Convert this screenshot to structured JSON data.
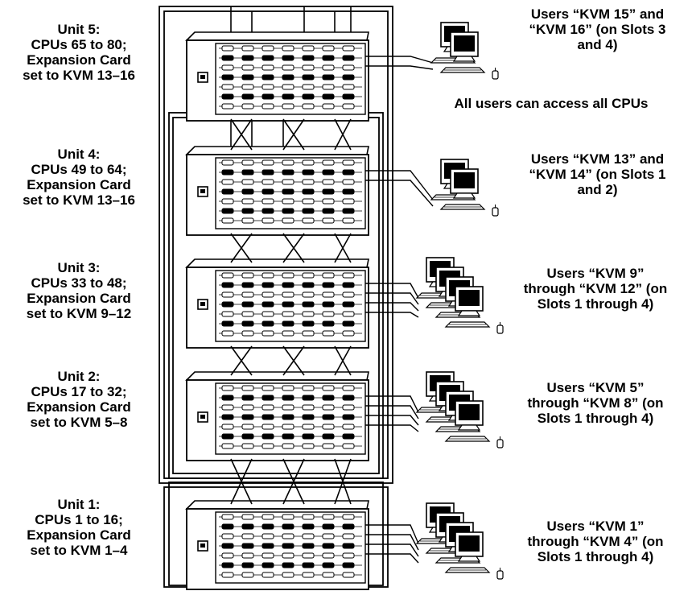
{
  "units": [
    {
      "name": "unit-5",
      "lines": [
        "Unit 5:",
        "CPUs 65 to 80;",
        "Expansion Card",
        "set to KVM 13–16"
      ],
      "users_lines": [
        "Users “KVM 15” and",
        "“KVM 16” (on Slots 3",
        "and 4)"
      ],
      "computers": 2
    },
    {
      "name": "unit-4",
      "lines": [
        "Unit 4:",
        "CPUs 49 to 64;",
        "Expansion Card",
        "set to KVM 13–16"
      ],
      "users_lines": [
        "Users “KVM 13” and",
        "“KVM 14” (on Slots 1",
        "and 2)"
      ],
      "computers": 2
    },
    {
      "name": "unit-3",
      "lines": [
        "Unit 3:",
        "CPUs 33 to 48;",
        "Expansion Card",
        "set to KVM 9–12"
      ],
      "users_lines": [
        "Users “KVM 9”",
        "through “KVM 12” (on",
        "Slots 1 through 4)"
      ],
      "computers": 4
    },
    {
      "name": "unit-2",
      "lines": [
        "Unit 2:",
        "CPUs 17 to 32;",
        "Expansion Card",
        "set to KVM 5–8"
      ],
      "users_lines": [
        "Users “KVM 5”",
        "through “KVM 8” (on",
        "Slots 1 through 4)"
      ],
      "computers": 4
    },
    {
      "name": "unit-1",
      "lines": [
        "Unit 1:",
        "CPUs 1 to 16;",
        "Expansion Card",
        "set to KVM 1–4"
      ],
      "users_lines": [
        "Users “KVM 1”",
        "through “KVM 4” (on",
        "Slots 1 through 4)"
      ],
      "computers": 4
    }
  ],
  "note": "All users can access all CPUs"
}
